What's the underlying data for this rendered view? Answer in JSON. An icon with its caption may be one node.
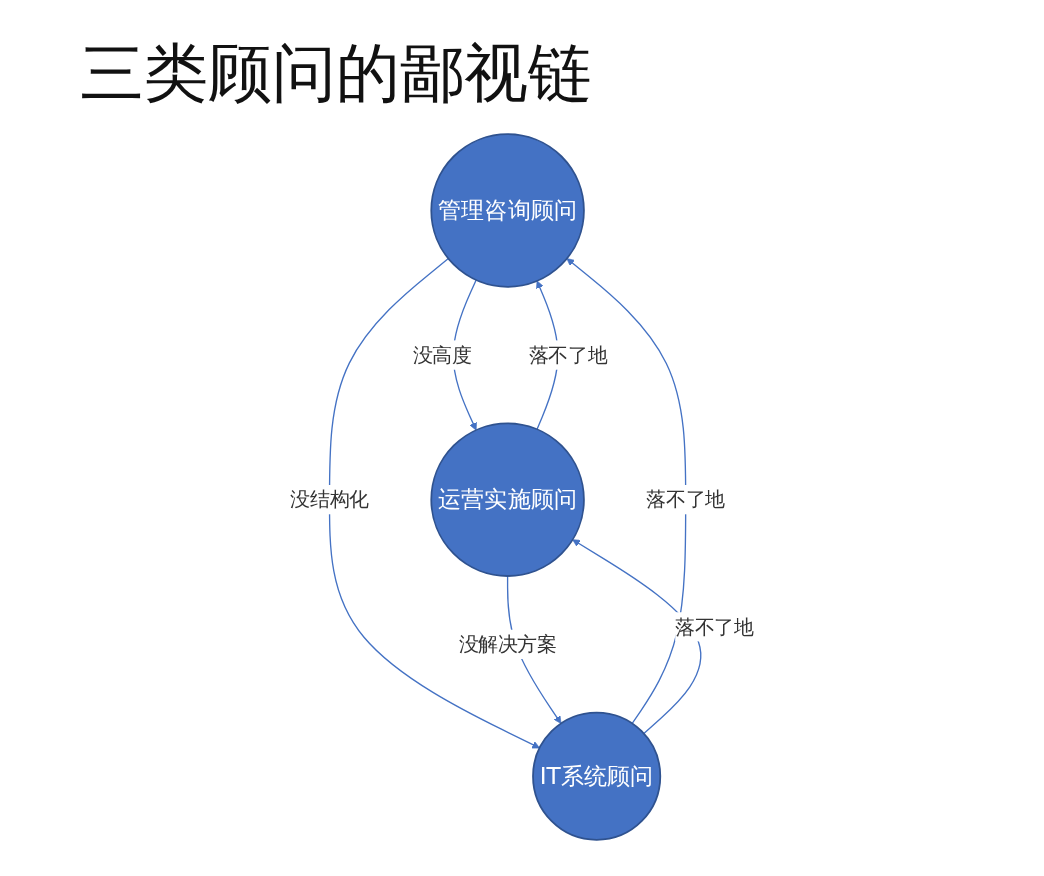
{
  "diagram": {
    "title": "三类顾问的鄙视链",
    "nodes": [
      {
        "text": [
          "管理咨询顾问"
        ]
      },
      {
        "text": [
          "运营实施顾问"
        ]
      },
      {
        "text": [
          "IT系统顾问"
        ]
      }
    ],
    "edges": [
      {
        "from": 0,
        "to": 1,
        "arrow": "to",
        "label": "没高度"
      },
      {
        "from": 0,
        "to": 2,
        "arrow": "to",
        "label": "没结构化"
      },
      {
        "from": 1,
        "to": 0,
        "arrow": "to",
        "label": "落不了地"
      },
      {
        "from": 2,
        "to": 0,
        "arrow": "to",
        "label": "落不了地"
      },
      {
        "from": 2,
        "to": 1,
        "arrow": "to",
        "label": "落不了地"
      },
      {
        "from": 1,
        "to": 2,
        "arrow": "to",
        "label": "没解决方案"
      }
    ]
  }
}
